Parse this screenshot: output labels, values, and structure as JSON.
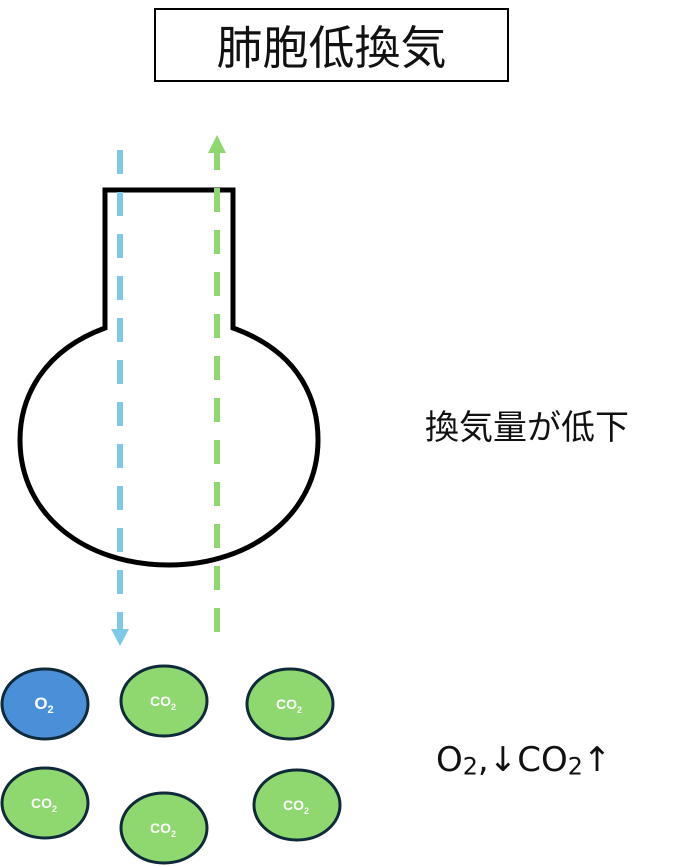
{
  "title": "肺胞低換気",
  "annotations": {
    "ventilation": "換気量が低下",
    "gas_o2_prefix": "O",
    "gas_o2_sub": "2",
    "gas_sep": ",↓CO",
    "gas_co2_sub": "2",
    "gas_co2_suffix": "↑"
  },
  "arrows": {
    "inflow": {
      "meaning": "O2 inflow (down)",
      "color": "#7ec8e8"
    },
    "outflow": {
      "meaning": "CO2 outflow (up)",
      "color": "#8fd76f"
    }
  },
  "molecules": [
    {
      "label": "O",
      "sub": "2",
      "kind": "o2",
      "fill": "#4a90d9"
    },
    {
      "label": "CO",
      "sub": "2",
      "kind": "co2",
      "fill": "#8fd76f"
    },
    {
      "label": "CO",
      "sub": "2",
      "kind": "co2",
      "fill": "#8fd76f"
    },
    {
      "label": "CO",
      "sub": "2",
      "kind": "co2",
      "fill": "#8fd76f"
    },
    {
      "label": "CO",
      "sub": "2",
      "kind": "co2",
      "fill": "#8fd76f"
    },
    {
      "label": "CO",
      "sub": "2",
      "kind": "co2",
      "fill": "#8fd76f"
    }
  ],
  "colors": {
    "outline": "#000000",
    "molecule_stroke": "#0f2a3a"
  }
}
